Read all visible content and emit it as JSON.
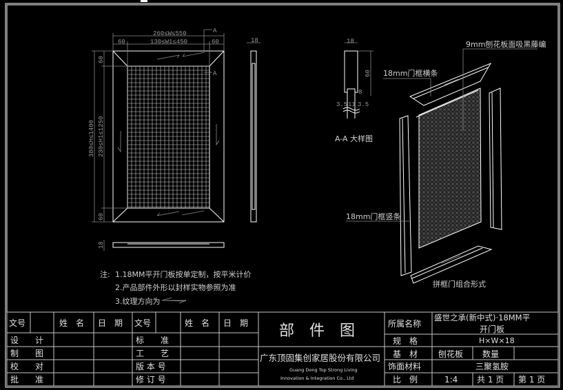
{
  "drawing": {
    "front_view": {
      "dim_total_width": "260≤W≤550",
      "dim_inner_width": "130≤W1≤450",
      "dim_left_rail": "60",
      "dim_right_rail": "60",
      "dim_total_height": "380≤H≤1400",
      "dim_inner_height": "230≤H1≤1250",
      "dim_top_rail": "60",
      "dim_bottom_rail": "60",
      "section_mark_top": "A",
      "section_mark_bottom": "A",
      "dim_bottom_thickness": "18"
    },
    "side_view": {
      "dim_thickness": "18"
    },
    "section_detail": {
      "dim_width": "18",
      "dim_height": "60",
      "dim_groove": "8",
      "dim_a": "3.5",
      "dim_b": "11",
      "dim_c": "3.5",
      "title": "A-A 大样图"
    },
    "exploded_view": {
      "label_panel": "9mm刨花板面吸黑藤编",
      "label_rail": "18mm门框横条",
      "label_stile": "18mm门框竖条",
      "title": "拼框门组合形式"
    },
    "notes": {
      "prefix": "注:",
      "line1": "1.18MM平开门板按单定制，按平米计价",
      "line2": "2.产品部件外形以封样实物参照为准",
      "line3": "3.纹理方向为"
    }
  },
  "title_block": {
    "headers": [
      "文号",
      "姓　名",
      "日　期",
      "文号",
      "姓　名",
      "日　期"
    ],
    "left_roles": [
      "设　　计",
      "制　　图",
      "校　　对",
      "批　　准"
    ],
    "right_roles": [
      "标　　准",
      "工　　艺",
      "版 本 号",
      "修 订 号"
    ],
    "drawing_type": "部　件　图",
    "company_cn": "广东顶固集创家居股份有限公司",
    "company_en_1": "Guang Dong Top Strong Living",
    "company_en_2": "Innovation & Integration Co., Ltd",
    "belongs_label": "所属名称",
    "belongs_value_1": "盛世之承(新中式)·18MM平",
    "belongs_value_2": "开门板",
    "spec_label": "规　格",
    "spec_value": "H×W×18",
    "base_label": "基　材",
    "base_value": "刨花板",
    "qty_label": "数量",
    "qty_value": "",
    "finish_label": "饰面材料",
    "finish_value": "三聚氢胺",
    "scale_label": "比　例",
    "scale_value": "1:4",
    "total_pages": "共 1 页",
    "page_no": "第 1 页"
  }
}
